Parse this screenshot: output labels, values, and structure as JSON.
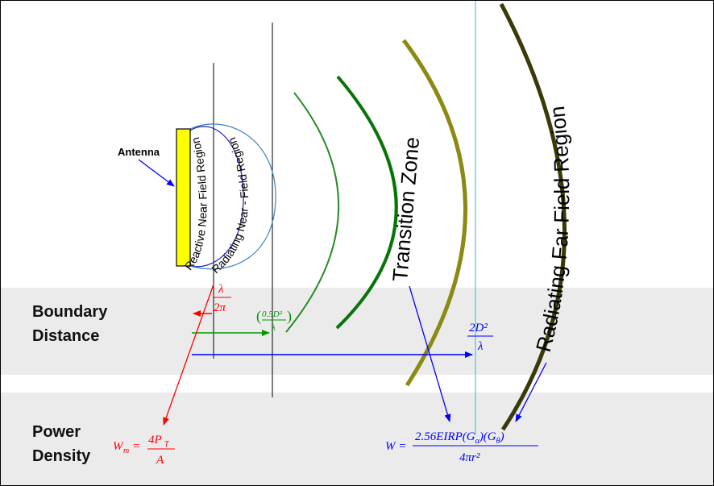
{
  "labels": {
    "antenna": "Antenna",
    "boundary_line1": "Boundary",
    "boundary_line2": "Distance",
    "power_line1": "Power",
    "power_line2": "Density",
    "reactive_region": "Reactive Near  Field Region",
    "radiating_near_region": "Radiating Near - Field Region",
    "transition_zone": "Transition Zone",
    "radiating_far_region": "Radiating Far  Field Region"
  },
  "boundaries": {
    "reactive": {
      "num": "λ",
      "den": "2π"
    },
    "radiating_near": {
      "num": "0.5D²",
      "den": "λ"
    },
    "far_field": {
      "num": "2D²",
      "den": "λ"
    }
  },
  "formulas": {
    "near": {
      "lhs_W": "W",
      "lhs_sub": "m",
      "eq": "=",
      "num": "4P",
      "num_sub": "T",
      "den": "A"
    },
    "far": {
      "lhs": "W =",
      "num": "2.56EIRP(G",
      "num_sub1": "α",
      "num_mid": ")(G",
      "num_sub2": "θ",
      "num_end": ")",
      "den": "4πr²"
    }
  },
  "colors": {
    "antenna_fill": "#ffff00",
    "band_fill": "#ebebeb",
    "reactive_arrow": "#ff0000",
    "near_arrow": "#009900",
    "far_arrow": "#0000ff",
    "guide_line": "#33bbbb",
    "wave_green": "#2a8a2a",
    "wave_dark_green": "#087408",
    "wave_olive": "#8a8a14",
    "wave_dark_olive": "#3a3a08"
  }
}
